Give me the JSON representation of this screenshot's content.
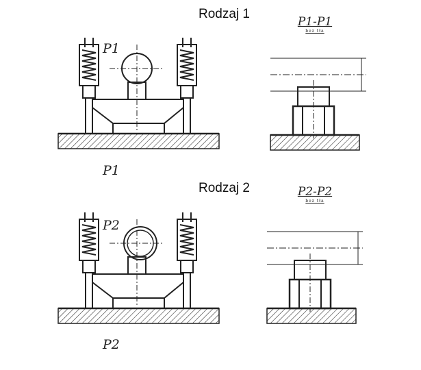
{
  "variants": [
    {
      "title": "Rodzaj 1",
      "section_label": "P1-P1",
      "section_note": "bez tła",
      "marker_top": "P1",
      "marker_bottom": "P1"
    },
    {
      "title": "Rodzaj 2",
      "section_label": "P2-P2",
      "section_note": "bez tła",
      "marker_top": "P2",
      "marker_bottom": "P2"
    }
  ],
  "colors": {
    "line": "#222222",
    "background": "#ffffff"
  }
}
